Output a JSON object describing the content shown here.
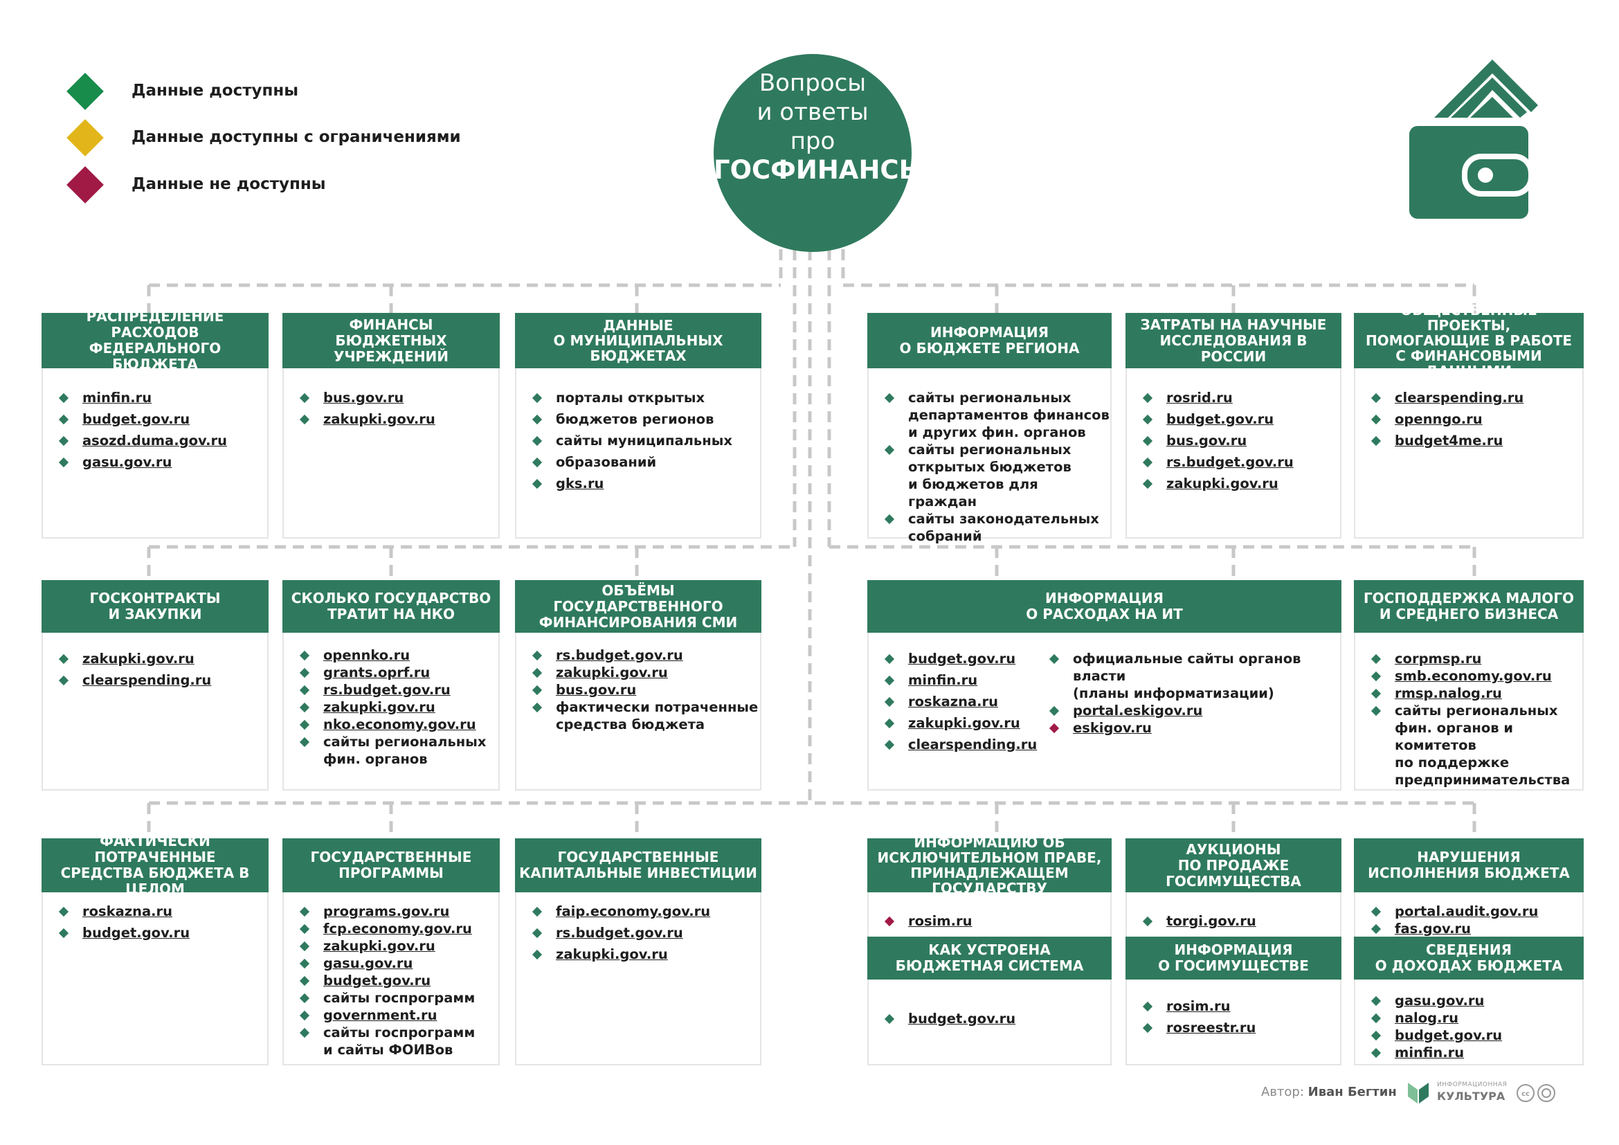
{
  "legend": [
    {
      "label": "Данные доступны",
      "color": "#178c4b"
    },
    {
      "label": "Данные доступны с ограничениями",
      "color": "#e2b61a"
    },
    {
      "label": "Данные не доступны",
      "color": "#a01a45"
    }
  ],
  "center": {
    "line1": "Вопросы",
    "line2": "и ответы",
    "line3": "про",
    "line4": "ГОСФИНАНСЫ"
  },
  "colors": {
    "primary": "#2f7a5e",
    "available": "#178c4b",
    "unavailable": "#a01a45",
    "dash": "#c8c8c8"
  },
  "icon": "wallet-icon",
  "boxes": {
    "b1": {
      "header": [
        "РАСПРЕДЕЛЕНИЕ РАСХОДОВ",
        "ФЕДЕРАЛЬНОГО БЮДЖЕТА"
      ],
      "items": [
        {
          "t": "minfin.ru",
          "link": true
        },
        {
          "t": "budget.gov.ru",
          "link": true
        },
        {
          "t": "asozd.duma.gov.ru",
          "link": true
        },
        {
          "t": "gasu.gov.ru",
          "link": true
        }
      ]
    },
    "b2": {
      "header": [
        "ФИНАНСЫ",
        "БЮДЖЕТНЫХ УЧРЕЖДЕНИЙ"
      ],
      "items": [
        {
          "t": "bus.gov.ru",
          "link": true
        },
        {
          "t": "zakupki.gov.ru",
          "link": true
        }
      ]
    },
    "b3": {
      "header": [
        "ДАННЫЕ",
        "О МУНИЦИПАЛЬНЫХ",
        "БЮДЖЕТАХ"
      ],
      "items": [
        {
          "t": "порталы открытых"
        },
        {
          "t": "бюджетов регионов"
        },
        {
          "t": "сайты муниципальных"
        },
        {
          "t": "образований"
        },
        {
          "t": "gks.ru",
          "link": true
        }
      ]
    },
    "b4": {
      "header": [
        "ИНФОРМАЦИЯ",
        "О БЮДЖЕТЕ РЕГИОНА"
      ],
      "items": [
        {
          "t": "сайты региональных"
        },
        {
          "t": "департаментов финансов",
          "cont": true
        },
        {
          "t": "и других фин. органов",
          "cont": true
        },
        {
          "t": "сайты региональных"
        },
        {
          "t": "открытых бюджетов",
          "cont": true
        },
        {
          "t": "и бюджетов для граждан",
          "cont": true
        },
        {
          "t": "сайты законодательных"
        },
        {
          "t": "собраний",
          "cont": true
        }
      ]
    },
    "b5": {
      "header": [
        "ЗАТРАТЫ НА НАУЧНЫЕ",
        "ИССЛЕДОВАНИЯ В РОССИИ"
      ],
      "items": [
        {
          "t": "rosrid.ru",
          "link": true
        },
        {
          "t": "budget.gov.ru",
          "link": true
        },
        {
          "t": "bus.gov.ru",
          "link": true
        },
        {
          "t": "rs.budget.gov.ru",
          "link": true
        },
        {
          "t": "zakupki.gov.ru",
          "link": true
        }
      ]
    },
    "b6": {
      "header": [
        "ОБЩЕСТВЕННЫЕ ПРОЕКТЫ,",
        "ПОМОГАЮЩИЕ В РАБОТЕ",
        "С ФИНАНСОВЫМИ ДАННЫМИ"
      ],
      "items": [
        {
          "t": "clearspending.ru",
          "link": true
        },
        {
          "t": "openngo.ru",
          "link": true
        },
        {
          "t": "budget4me.ru",
          "link": true
        }
      ]
    },
    "b7": {
      "header": [
        "ГОСКОНТРАКТЫ",
        "И ЗАКУПКИ"
      ],
      "items": [
        {
          "t": "zakupki.gov.ru",
          "link": true
        },
        {
          "t": "clearspending.ru",
          "link": true
        }
      ]
    },
    "b8": {
      "header": [
        "СКОЛЬКО ГОСУДАРСТВО",
        "ТРАТИТ НА НКО"
      ],
      "items": [
        {
          "t": "opennko.ru",
          "link": true
        },
        {
          "t": "grants.oprf.ru",
          "link": true
        },
        {
          "t": "rs.budget.gov.ru",
          "link": true
        },
        {
          "t": "zakupki.gov.ru",
          "link": true
        },
        {
          "t": "nko.economy.gov.ru",
          "link": true
        },
        {
          "t": "сайты региональных"
        },
        {
          "t": "фин. органов",
          "cont": true
        }
      ]
    },
    "b9": {
      "header": [
        "ОБЪЁМЫ ГОСУДАРСТВЕННОГО",
        "ФИНАНСИРОВАНИЯ СМИ"
      ],
      "items": [
        {
          "t": "rs.budget.gov.ru",
          "link": true
        },
        {
          "t": "zakupki.gov.ru",
          "link": true
        },
        {
          "t": "bus.gov.ru",
          "link": true
        },
        {
          "t": "фактически потраченные"
        },
        {
          "t": "средства бюджета",
          "cont": true
        }
      ]
    },
    "b10": {
      "header": [
        "ИНФОРМАЦИЯ",
        "О РАСХОДАХ НА ИТ"
      ],
      "items": [
        {
          "t": "budget.gov.ru",
          "link": true
        },
        {
          "t": "minfin.ru",
          "link": true
        },
        {
          "t": "roskazna.ru",
          "link": true
        },
        {
          "t": "zakupki.gov.ru",
          "link": true
        },
        {
          "t": "clearspending.ru",
          "link": true
        }
      ],
      "items2": [
        {
          "t": "официальные сайты органов власти"
        },
        {
          "t": "(планы информатизации)",
          "cont": true
        },
        {
          "t": "portal.eskigov.ru",
          "link": true
        },
        {
          "t": "eskigov.ru",
          "link": true,
          "red": true
        }
      ]
    },
    "b11": {
      "header": [
        "ГОСПОДДЕРЖКА МАЛОГО",
        "И СРЕДНЕГО БИЗНЕСА"
      ],
      "items": [
        {
          "t": "corpmsp.ru",
          "link": true
        },
        {
          "t": "smb.economy.gov.ru",
          "link": true
        },
        {
          "t": "rmsp.nalog.ru",
          "link": true
        },
        {
          "t": "сайты региональных"
        },
        {
          "t": "фин. органов и комитетов",
          "cont": true
        },
        {
          "t": "по поддержке",
          "cont": true
        },
        {
          "t": "предпринимательства",
          "cont": true
        }
      ]
    },
    "b12": {
      "header": [
        "ФАКТИЧЕСКИ ПОТРАЧЕННЫЕ",
        "СРЕДСТВА БЮДЖЕТА В ЦЕЛОМ"
      ],
      "items": [
        {
          "t": "roskazna.ru",
          "link": true
        },
        {
          "t": "budget.gov.ru",
          "link": true
        }
      ]
    },
    "b13": {
      "header": [
        "ГОСУДАРСТВЕННЫЕ",
        "ПРОГРАММЫ"
      ],
      "items": [
        {
          "t": "programs.gov.ru",
          "link": true
        },
        {
          "t": "fcp.economy.gov.ru",
          "link": true
        },
        {
          "t": "zakupki.gov.ru",
          "link": true
        },
        {
          "t": "gasu.gov.ru",
          "link": true
        },
        {
          "t": "budget.gov.ru",
          "link": true
        },
        {
          "t": "сайты госпрограмм"
        },
        {
          "t": "government.ru",
          "link": true
        },
        {
          "t": "сайты госпрограмм"
        },
        {
          "t": "и сайты ФОИВов",
          "cont": true
        }
      ]
    },
    "b14": {
      "header": [
        "ГОСУДАРСТВЕННЫЕ",
        "КАПИТАЛЬНЫЕ ИНВЕСТИЦИИ"
      ],
      "items": [
        {
          "t": "faip.economy.gov.ru",
          "link": true
        },
        {
          "t": "rs.budget.gov.ru",
          "link": true
        },
        {
          "t": "zakupki.gov.ru",
          "link": true
        }
      ]
    },
    "b15": {
      "header": [
        "ИНФОРМАЦИЮ ОБ",
        "ИСКЛЮЧИТЕЛЬНОМ ПРАВЕ,",
        "ПРИНАДЛЕЖАЩЕМ ГОСУДАРСТВУ"
      ],
      "items": [
        {
          "t": "rosim.ru",
          "link": true,
          "red": true
        }
      ],
      "header2": [
        "КАК УСТРОЕНА",
        "БЮДЖЕТНАЯ СИСТЕМА"
      ],
      "items2": [
        {
          "t": "budget.gov.ru",
          "link": true
        }
      ]
    },
    "b16": {
      "header": [
        "АУКЦИОНЫ",
        "ПО ПРОДАЖЕ ГОСИМУЩЕСТВА"
      ],
      "items": [
        {
          "t": "torgi.gov.ru",
          "link": true
        }
      ],
      "header2": [
        "ИНФОРМАЦИЯ",
        "О ГОСИМУЩЕСТВЕ"
      ],
      "items2": [
        {
          "t": "rosim.ru",
          "link": true
        },
        {
          "t": "rosreestr.ru",
          "link": true
        }
      ]
    },
    "b17": {
      "header": [
        "НАРУШЕНИЯ",
        "ИСПОЛНЕНИЯ БЮДЖЕТА"
      ],
      "items": [
        {
          "t": "portal.audit.gov.ru",
          "link": true
        },
        {
          "t": "fas.gov.ru",
          "link": true
        }
      ],
      "header2": [
        "СВЕДЕНИЯ",
        "О ДОХОДАХ БЮДЖЕТА"
      ],
      "items2": [
        {
          "t": "gasu.gov.ru",
          "link": true
        },
        {
          "t": "nalog.ru",
          "link": true
        },
        {
          "t": "budget.gov.ru",
          "link": true
        },
        {
          "t": "minfin.ru",
          "link": true
        }
      ]
    }
  },
  "footer": {
    "author_prefix": "Автор:",
    "author_name": "Иван Бегтин",
    "org_small": "ИНФОРМАЦИОННАЯ",
    "org_big": "КУЛЬТУРА"
  }
}
